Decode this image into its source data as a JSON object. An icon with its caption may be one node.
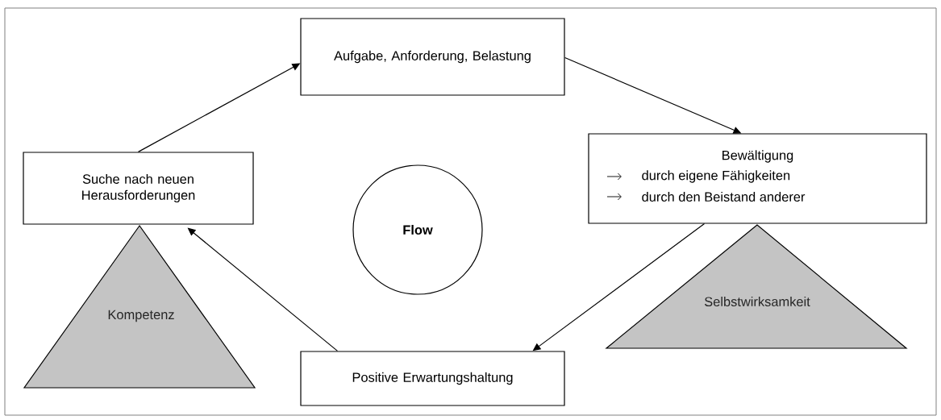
{
  "diagram": {
    "nodes": [
      {
        "text": [
          "Aufgabe, Anforderung, Belastung"
        ]
      },
      {
        "text": [
          "Suche nach neuen Herausforderungen"
        ]
      },
      {
        "text": [
          "Bewältigung",
          "durch eigene Fähigkeiten",
          "durch den Beistand anderer"
        ]
      },
      {
        "text": [
          "Flow"
        ]
      },
      {
        "text": [
          "Kompetenz"
        ]
      },
      {
        "text": [
          "Selbstwirksamkeit"
        ]
      },
      {
        "text": [
          "Positive Erwartungshaltung"
        ]
      }
    ],
    "edges": [
      {
        "from": 1,
        "to": 0,
        "arrow": "to"
      },
      {
        "from": 0,
        "to": 2,
        "arrow": "to"
      },
      {
        "from": 2,
        "to": 6,
        "arrow": "to"
      },
      {
        "from": 6,
        "to": 1,
        "arrow": "to"
      }
    ]
  }
}
